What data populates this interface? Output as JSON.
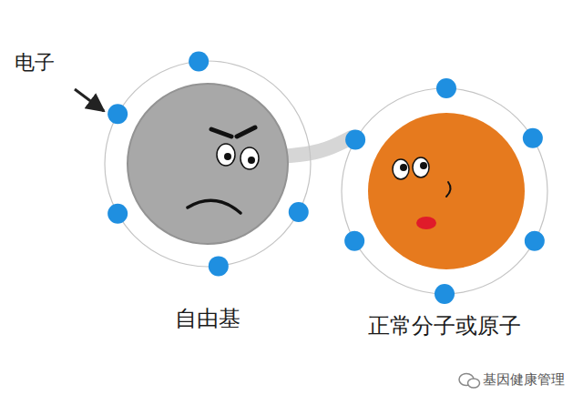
{
  "diagram": {
    "nodes": [
      {
        "text": [
          "自由基"
        ]
      },
      {
        "text": [
          "正常分子或原子"
        ]
      }
    ],
    "edges": [
      {
        "from": 0,
        "to": 1,
        "arrow": "none"
      }
    ],
    "labels": [
      "电子",
      "基因健康管理"
    ]
  }
}
